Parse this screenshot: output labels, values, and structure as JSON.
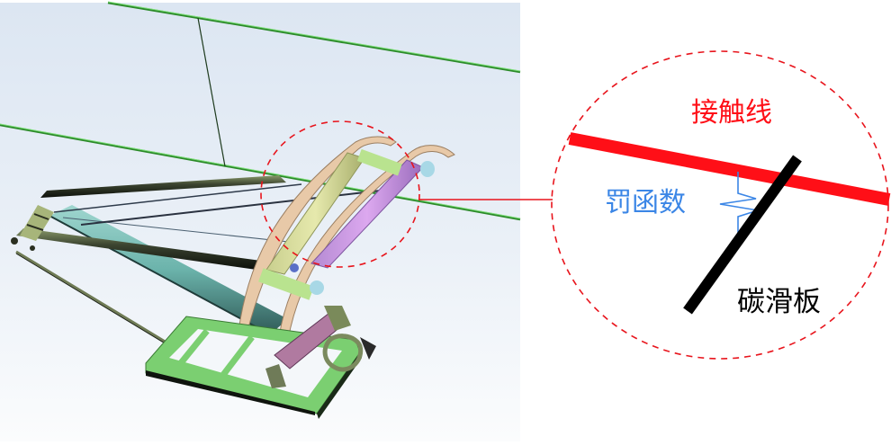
{
  "figure": {
    "left_panel": {
      "description": "3D render of a pantograph under an overhead catenary",
      "components": [
        "messenger-wire",
        "contact-wire",
        "dropper",
        "upper-arm",
        "lower-arm",
        "pan-head",
        "carbon-strip-left",
        "carbon-strip-right",
        "base-frame",
        "lift-cylinder"
      ],
      "highlight_circle": {
        "style": "dashed",
        "color": "#e8141c"
      }
    },
    "callout": {
      "connector_color": "#e8141c",
      "circle_style": "dashed",
      "circle_color": "#e8141c",
      "labels": {
        "contact_wire": "接触线",
        "penalty_function": "罚函数",
        "carbon_strip": "碳滑板"
      },
      "colors": {
        "contact_wire": "#ff0f17",
        "penalty_function": "#3b86e6",
        "carbon_strip": "#000000"
      }
    }
  }
}
